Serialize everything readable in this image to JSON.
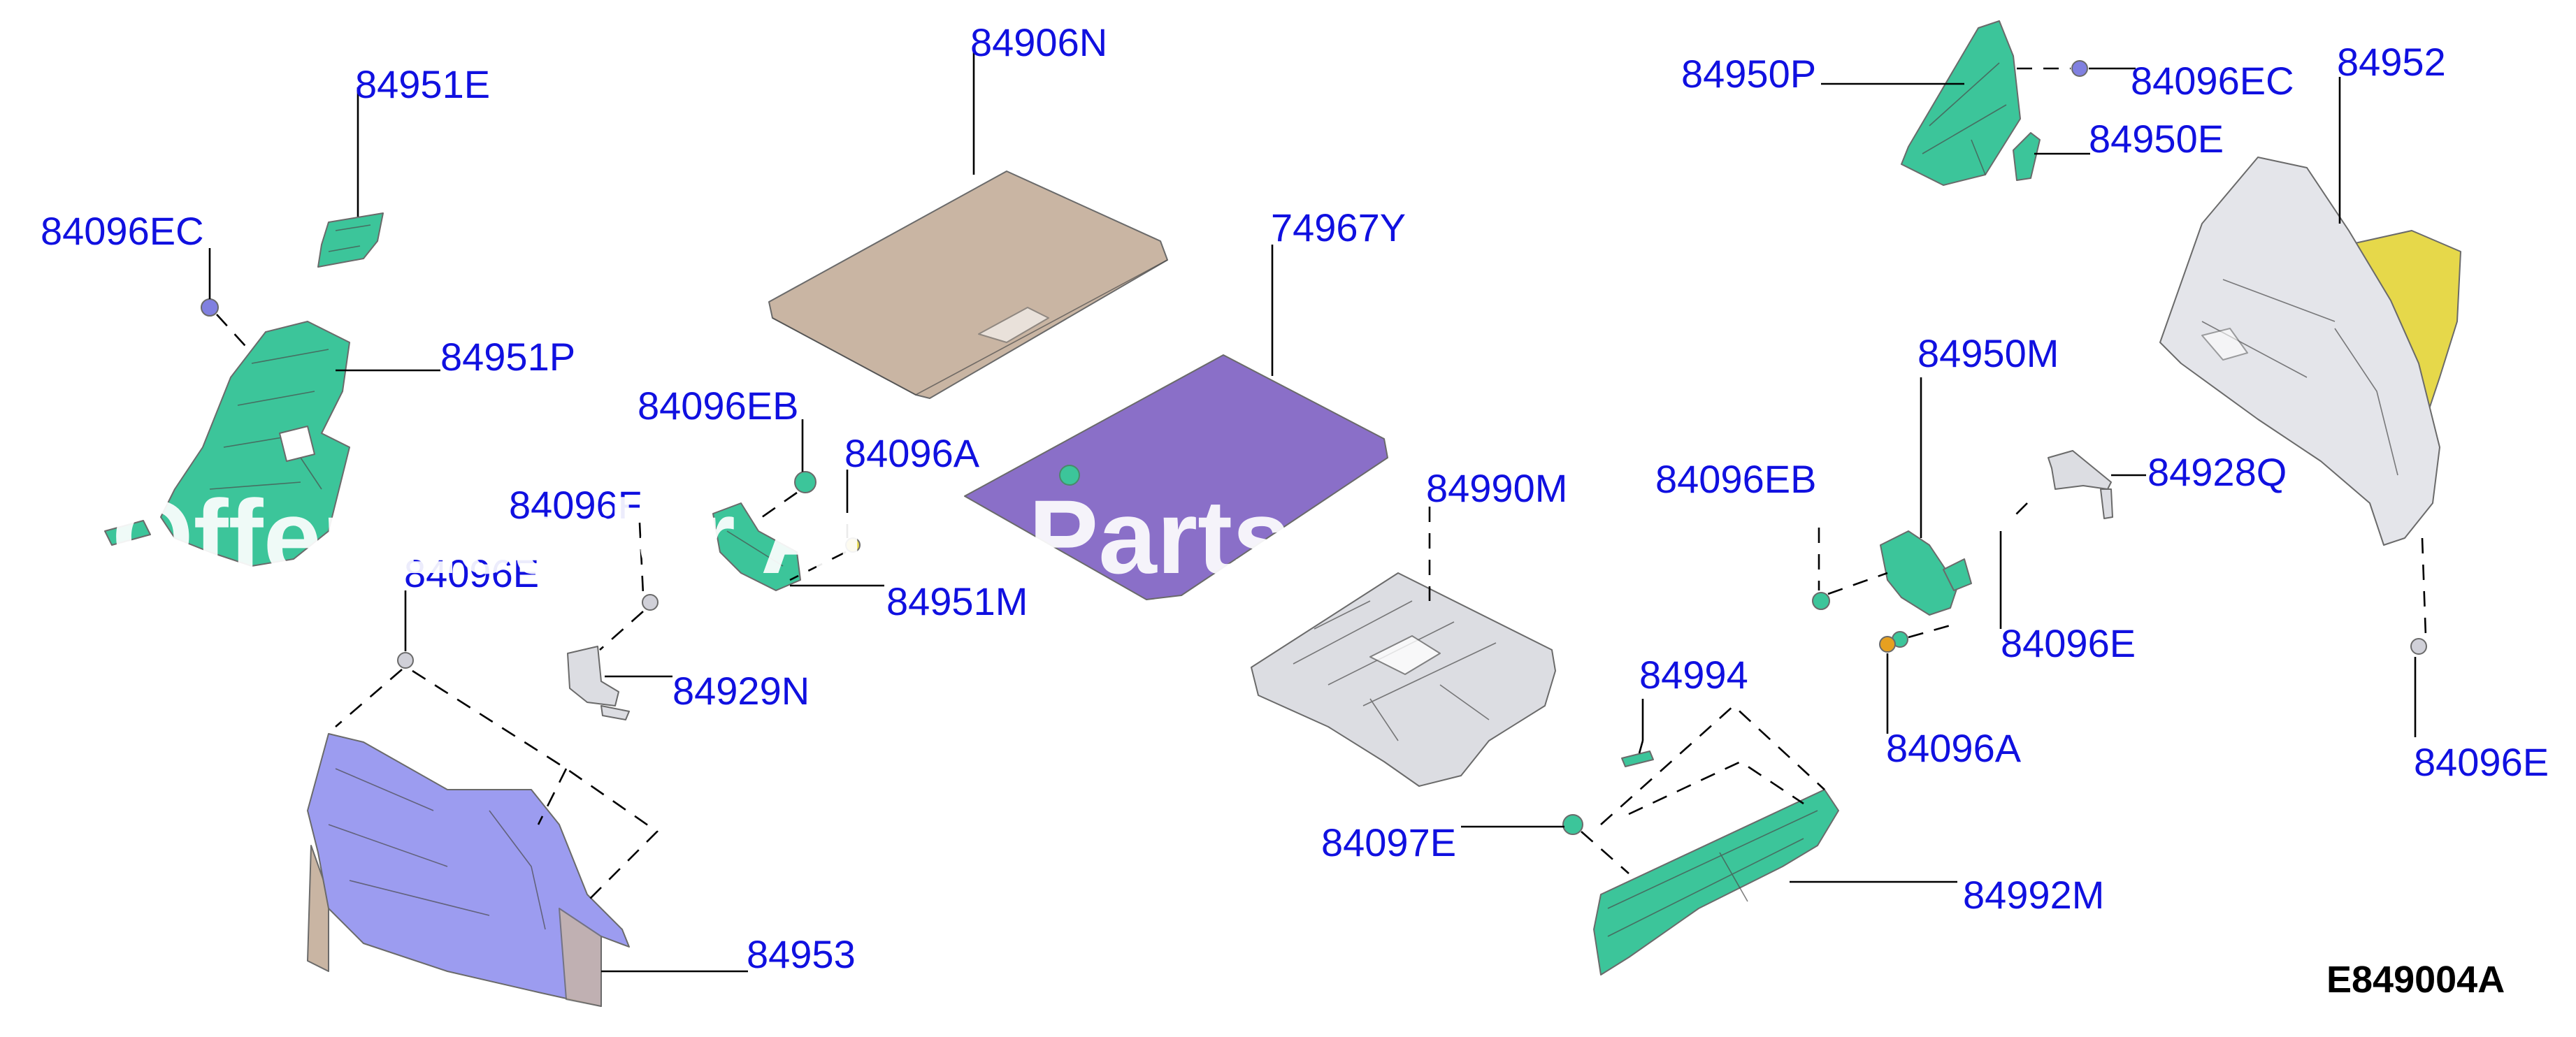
{
  "labels": {
    "p84951E": "84951E",
    "p84096EC_l": "84096EC",
    "p84951P": "84951P",
    "p84906N": "84906N",
    "p74967Y": "74967Y",
    "p84096EB_l": "84096EB",
    "p84096A_l": "84096A",
    "p84096F": "84096F",
    "p84096E_l": "84096E",
    "p84951M": "84951M",
    "p84929N": "84929N",
    "p84953": "84953",
    "p84990M": "84990M",
    "p84950P": "84950P",
    "p84096EC_r": "84096EC",
    "p84952": "84952",
    "p84950E": "84950E",
    "p84950M": "84950M",
    "p84096EB_r": "84096EB",
    "p84928Q": "84928Q",
    "p84096E_m": "84096E",
    "p84096A_r": "84096A",
    "p84096E_r": "84096E",
    "p84994": "84994",
    "p84097E": "84097E",
    "p84992M": "84992M"
  },
  "diagram_code": "E849004A",
  "watermark": "Offer Leader Auto Parts",
  "colors": {
    "label": "#1010e0",
    "green_trim": "#3cc59a",
    "floor_board": "#c9b5a3",
    "load_floor_mat": "#8a6fc8",
    "tray_gray": "#dcdde2",
    "lavender_panel": "#9c9cf0",
    "yellow_insulation": "#e6d84a",
    "side_panel_gray": "#e4e5ea"
  }
}
